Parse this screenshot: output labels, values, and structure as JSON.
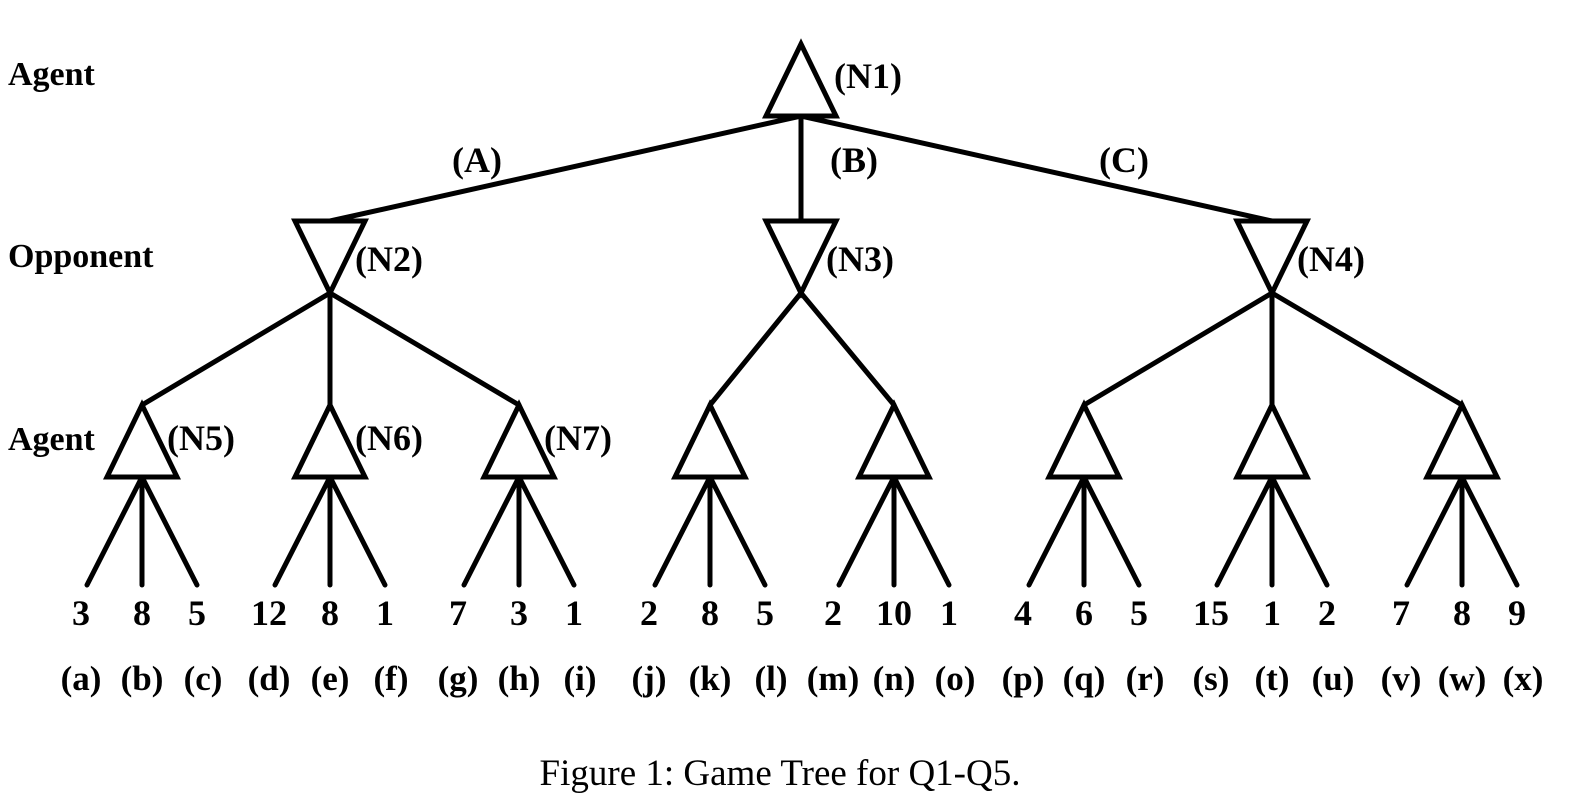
{
  "roles": [
    "Agent",
    "Opponent",
    "Agent"
  ],
  "root": {
    "label": "(N1)"
  },
  "edges": [
    "(A)",
    "(B)",
    "(C)"
  ],
  "mins": [
    {
      "label": "(N2)",
      "children": [
        {
          "label": "(N5)",
          "leaves": [
            {
              "v": "3",
              "n": "(a)"
            },
            {
              "v": "8",
              "n": "(b)"
            },
            {
              "v": "5",
              "n": "(c)"
            }
          ]
        },
        {
          "label": "(N6)",
          "leaves": [
            {
              "v": "12",
              "n": "(d)"
            },
            {
              "v": "8",
              "n": "(e)"
            },
            {
              "v": "1",
              "n": "(f)"
            }
          ]
        },
        {
          "label": "(N7)",
          "leaves": [
            {
              "v": "7",
              "n": "(g)"
            },
            {
              "v": "3",
              "n": "(h)"
            },
            {
              "v": "1",
              "n": "(i)"
            }
          ]
        }
      ]
    },
    {
      "label": "(N3)",
      "children": [
        {
          "label": "",
          "leaves": [
            {
              "v": "2",
              "n": "(j)"
            },
            {
              "v": "8",
              "n": "(k)"
            },
            {
              "v": "5",
              "n": "(l)"
            }
          ]
        },
        {
          "label": "",
          "leaves": [
            {
              "v": "2",
              "n": "(m)"
            },
            {
              "v": "10",
              "n": "(n)"
            },
            {
              "v": "1",
              "n": "(o)"
            }
          ]
        }
      ]
    },
    {
      "label": "(N4)",
      "children": [
        {
          "label": "",
          "leaves": [
            {
              "v": "4",
              "n": "(p)"
            },
            {
              "v": "6",
              "n": "(q)"
            },
            {
              "v": "5",
              "n": "(r)"
            }
          ]
        },
        {
          "label": "",
          "leaves": [
            {
              "v": "15",
              "n": "(s)"
            },
            {
              "v": "1",
              "n": "(t)"
            },
            {
              "v": "2",
              "n": "(u)"
            }
          ]
        },
        {
          "label": "",
          "leaves": [
            {
              "v": "7",
              "n": "(v)"
            },
            {
              "v": "8",
              "n": "(w)"
            },
            {
              "v": "9",
              "n": "(x)"
            }
          ]
        }
      ]
    }
  ],
  "caption": "Figure 1: Game Tree for Q1-Q5."
}
